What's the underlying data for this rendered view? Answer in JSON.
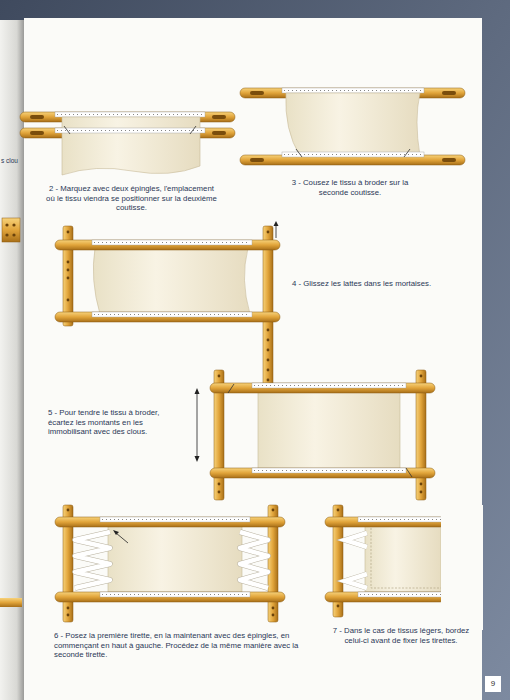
{
  "diagram": {
    "labels": [
      "s clou",
      "2 - Marquez avec deux épingles, l'emplacement où le tissu viendra se positionner sur la deuxième coutisse.",
      "3 - Cousez le tissu à broder sur la seconde coutisse.",
      "4 - Glissez les lattes dans les mortaises.",
      "5 - Pour tendre le tissu à broder, écartez les montants en les immobilisant avec des clous.",
      "6 - Posez la première tirette, en la maintenant avec des épingles, en commençant en haut à gauche. Procédez de la même manière avec la seconde tirette.",
      "7 - Dans le cas de tissus légers, bordez celui-ci avant de fixer les tirettes.",
      "9"
    ]
  }
}
